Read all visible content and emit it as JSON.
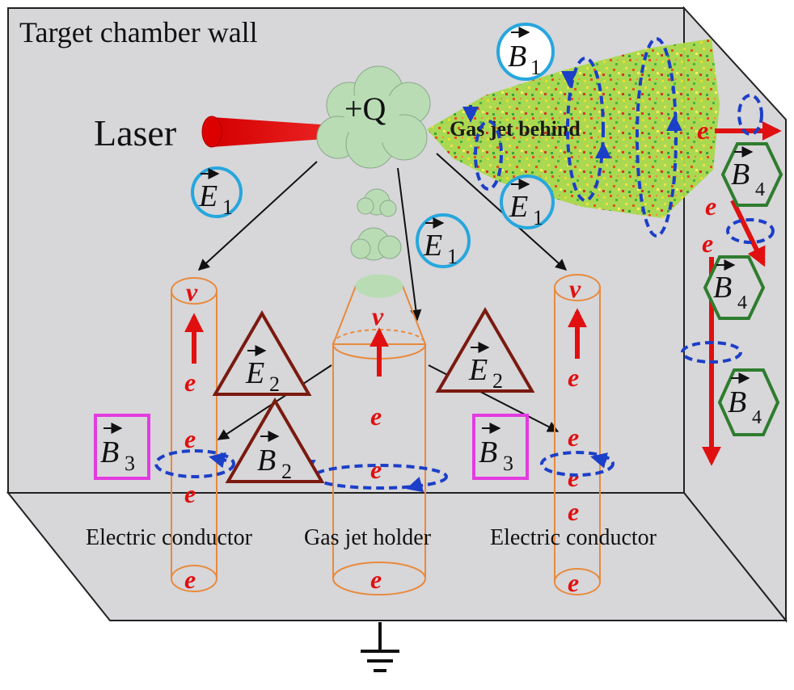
{
  "labels": {
    "title": "Target chamber wall",
    "laser": "Laser",
    "charge": "+Q",
    "gas_jet": "Gas jet behind",
    "conductor_left": "Electric conductor",
    "holder": "Gas jet holder",
    "conductor_right": "Electric conductor"
  },
  "symbols": {
    "electron": "e",
    "velocity": "v",
    "E": "E",
    "B": "B",
    "sub1": "1",
    "sub2": "2",
    "sub3": "3",
    "sub4": "4"
  },
  "colors": {
    "wall": "#d7d6d9",
    "cylinder": "#e88a3c",
    "cloud": "#b9dcb4",
    "laser": "#ee1111",
    "electron": "#e01010",
    "field_circle": "#26a7de",
    "triangle": "#7a1a10",
    "square": "#e33be0",
    "hexagon": "#2e7d2e",
    "current_loop": "#1c3fc8"
  }
}
